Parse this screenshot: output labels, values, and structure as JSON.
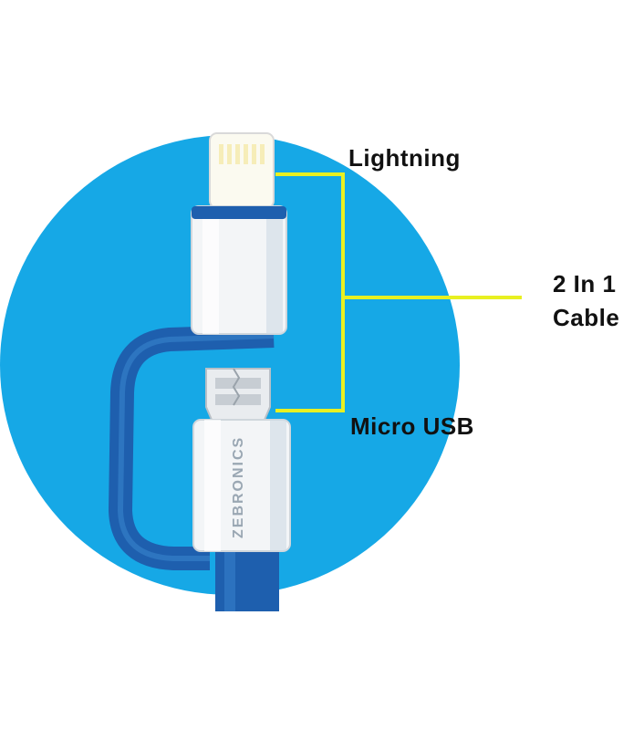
{
  "colors": {
    "background": "#ffffff",
    "circle": "#16a8e6",
    "cable_blue": "#1e5fae",
    "cable_light": "#3a86cf",
    "connector_white": "#f3f5f7",
    "pin_gold": "#f6edb8",
    "callout_line": "#e8f021",
    "label_text": "#111111"
  },
  "labels": {
    "lightning": "Lightning",
    "micro_usb": "Micro USB",
    "cable_line1": "2 In 1",
    "cable_line2": "Cable"
  },
  "product": {
    "brand_mark": "ZEBRONICS"
  },
  "icons": [
    "lightning-connector-icon",
    "micro-usb-connector-icon",
    "cable-icon"
  ]
}
